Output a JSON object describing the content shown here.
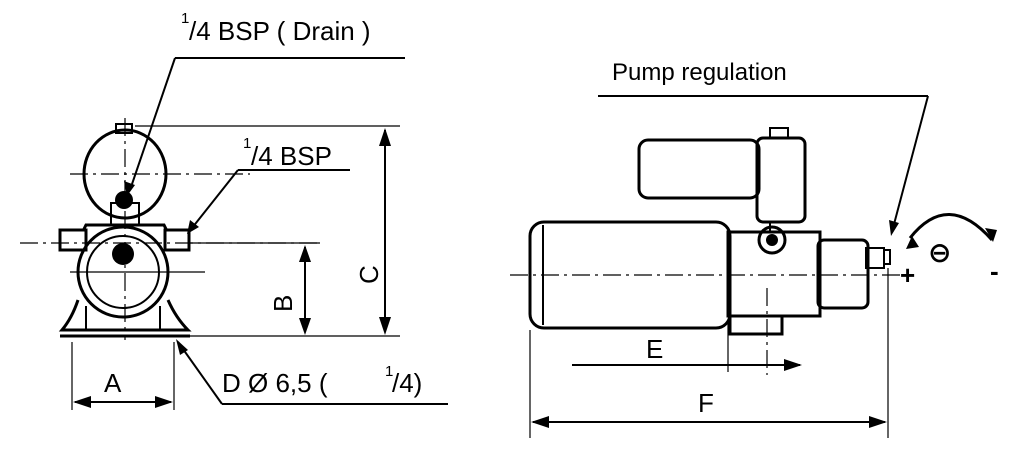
{
  "labels": {
    "drain_port": {
      "sup": "1",
      "text": "/4 BSP ( Drain )"
    },
    "bsp_port": {
      "sup": "1",
      "text": "/4 BSP"
    },
    "pump_regulation": "Pump regulation",
    "dim_a": "A",
    "dim_b": "B",
    "dim_c": "C",
    "dim_e": "E",
    "dim_f": "F",
    "mount_hole": {
      "prefix": "D Ø 6,5 (",
      "sup": "1",
      "suffix": "/4)"
    },
    "plus": "+",
    "minus": "-",
    "minus_circled": "⊖"
  }
}
